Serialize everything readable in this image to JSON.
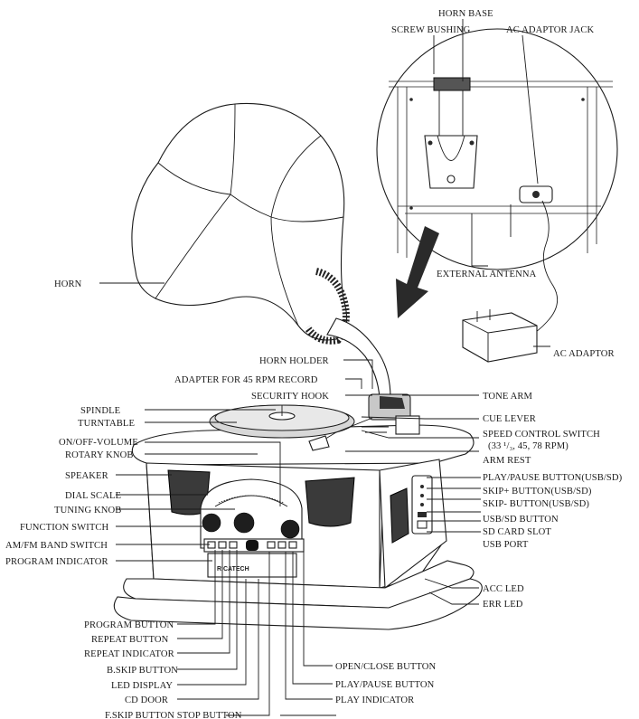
{
  "labels": {
    "horn_base": "HORN BASE",
    "screw_bushing": "SCREW BUSHING",
    "ac_adaptor_jack": "AC ADAPTOR JACK",
    "horn": "HORN",
    "external_antenna": "EXTERNAL ANTENNA",
    "ac_adaptor": "AC ADAPTOR",
    "horn_holder": "HORN HOLDER",
    "adapter_45": "ADAPTER FOR 45 RPM RECORD",
    "security_hook": "SECURITY HOOK",
    "tone_arm": "TONE ARM",
    "spindle": "SPINDLE",
    "turntable": "TURNTABLE",
    "cue_lever": "CUE LEVER",
    "on_off_volume": "ON/OFF-VOLUME",
    "rotary_knob": "ROTARY KNOB",
    "speed_switch_1": "SPEED CONTROL SWITCH",
    "speed_switch_2": "(33 ¹/₃, 45, 78 RPM)",
    "arm_rest": "ARM REST",
    "speaker": "SPEAKER",
    "play_pause_usb": "PLAY/PAUSE BUTTON(USB/SD)",
    "dial_scale": "DIAL SCALE",
    "skip_plus": "SKIP+ BUTTON(USB/SD)",
    "tuning_knob": "TUNING KNOB",
    "skip_minus": "SKIP- BUTTON(USB/SD)",
    "function_switch": "FUNCTION SWITCH",
    "usb_sd_button": "USB/SD BUTTON",
    "sd_card_slot": "SD CARD SLOT",
    "am_fm_switch": "AM/FM BAND SWITCH",
    "usb_port": "USB PORT",
    "program_indicator": "PROGRAM INDICATOR",
    "acc_led": "ACC LED",
    "err_led": "ERR LED",
    "program_button": "PROGRAM BUTTON",
    "repeat_button": "REPEAT BUTTON",
    "repeat_indicator": "REPEAT INDICATOR",
    "open_close": "OPEN/CLOSE BUTTON",
    "b_skip": "B.SKIP BUTTON",
    "play_pause": "PLAY/PAUSE BUTTON",
    "led_display": "LED DISPLAY",
    "play_indicator": "PLAY INDICATOR",
    "cd_door": "CD DOOR",
    "f_skip_stop": "F.SKIP BUTTON STOP BUTTON"
  },
  "brand": "RICATECH"
}
